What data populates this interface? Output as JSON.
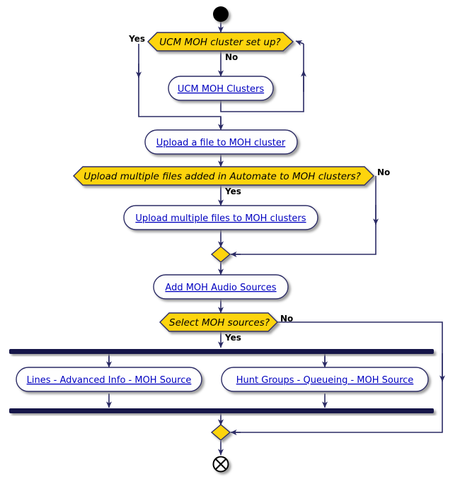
{
  "diagram": {
    "type": "activity-flowchart",
    "title": "",
    "colors": {
      "decision_fill": "#FDD411",
      "activity_fill": "#FEFEFE",
      "line": "#2B2B65",
      "link_text": "#0000C0",
      "bar_fill": "#12124A",
      "start_fill": "#000000"
    },
    "start_node": {
      "label": "start"
    },
    "end_node": {
      "label": "end"
    },
    "decisions": [
      {
        "id": "d1",
        "text": "UCM MOH cluster set up?",
        "yes_label": "Yes",
        "no_label": "No"
      },
      {
        "id": "d2",
        "text": "Upload multiple files added in Automate to MOH clusters?",
        "yes_label": "Yes",
        "no_label": "No"
      },
      {
        "id": "d3",
        "text": "Select MOH sources?",
        "yes_label": "Yes",
        "no_label": "No"
      }
    ],
    "activities": [
      {
        "id": "a1",
        "text": "UCM MOH Clusters"
      },
      {
        "id": "a2",
        "text": "Upload a file to MOH cluster"
      },
      {
        "id": "a3",
        "text": "Upload multiple files to MOH clusters"
      },
      {
        "id": "a4",
        "text": "Add MOH Audio Sources"
      },
      {
        "id": "a5",
        "text": "Lines - Advanced Info - MOH Source"
      },
      {
        "id": "a6",
        "text": "Hunt Groups - Queueing - MOH Source"
      }
    ],
    "merges": [
      {
        "id": "m1",
        "label": "merge"
      },
      {
        "id": "m2",
        "label": "merge"
      }
    ],
    "bars": [
      {
        "id": "fork",
        "label": "fork"
      },
      {
        "id": "join",
        "label": "join"
      }
    ]
  }
}
